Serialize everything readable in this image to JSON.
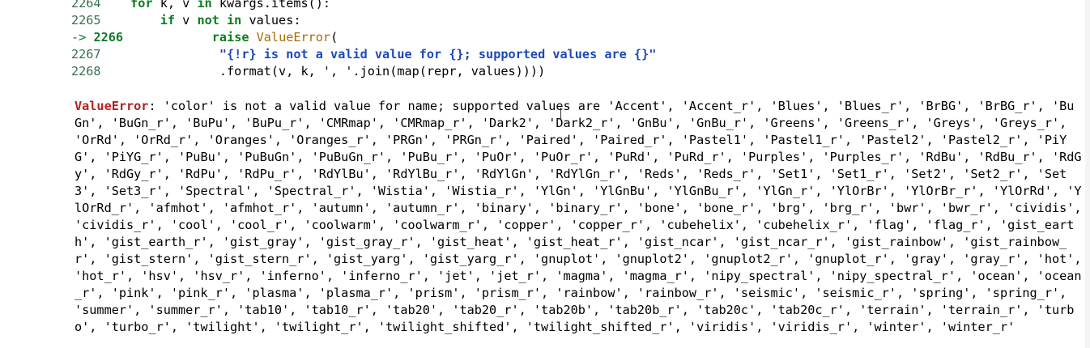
{
  "traceback": {
    "lines": [
      {
        "num": "2264",
        "code_prefix": "    ",
        "kw1": "for",
        "rest1": " k, v ",
        "kw2": "in",
        "rest2": " kwargs.items():"
      },
      {
        "num": "2265",
        "code_prefix": "        ",
        "kw1": "if",
        "rest1": " v ",
        "kw2": "not in",
        "rest2": " values:"
      },
      {
        "marker": "->",
        "num": "2266",
        "code_prefix": "            ",
        "kw1": "raise",
        "exc": "ValueError",
        "rest1": "("
      },
      {
        "num": "2267",
        "code_prefix": "                ",
        "str": "\"{!r} is not a valid value for {}; supported values are {}\""
      },
      {
        "num": "2268",
        "code_prefix": "                ",
        "rest1": ".format(v, k, ', '.join(map(repr, values))))"
      }
    ]
  },
  "error": {
    "name": "ValueError",
    "lines": [
      ": 'color' is not a valid value for name; supported values are 'Accent', 'Accent_r', 'Blues', 'Blues_r', 'BrBG', 'BrBG_r', 'Bu",
      "Gn', 'BuGn_r', 'BuPu', 'BuPu_r', 'CMRmap', 'CMRmap_r', 'Dark2', 'Dark2_r', 'GnBu', 'GnBu_r', 'Greens', 'Greens_r', 'Greys', 'Greys_r',",
      "'OrRd', 'OrRd_r', 'Oranges', 'Oranges_r', 'PRGn', 'PRGn_r', 'Paired', 'Paired_r', 'Pastel1', 'Pastel1_r', 'Pastel2', 'Pastel2_r', 'PiY",
      "G', 'PiYG_r', 'PuBu', 'PuBuGn', 'PuBuGn_r', 'PuBu_r', 'PuOr', 'PuOr_r', 'PuRd', 'PuRd_r', 'Purples', 'Purples_r', 'RdBu', 'RdBu_r', 'RdG",
      "y', 'RdGy_r', 'RdPu', 'RdPu_r', 'RdYlBu', 'RdYlBu_r', 'RdYlGn', 'RdYlGn_r', 'Reds', 'Reds_r', 'Set1', 'Set1_r', 'Set2', 'Set2_r', 'Set",
      "3', 'Set3_r', 'Spectral', 'Spectral_r', 'Wistia', 'Wistia_r', 'YlGn', 'YlGnBu', 'YlGnBu_r', 'YlGn_r', 'YlOrBr', 'YlOrBr_r', 'YlOrRd', 'Y",
      "lOrRd_r', 'afmhot', 'afmhot_r', 'autumn', 'autumn_r', 'binary', 'binary_r', 'bone', 'bone_r', 'brg', 'brg_r', 'bwr', 'bwr_r', 'cividis',",
      "'cividis_r', 'cool', 'cool_r', 'coolwarm', 'coolwarm_r', 'copper', 'copper_r', 'cubehelix', 'cubehelix_r', 'flag', 'flag_r', 'gist_eart",
      "h', 'gist_earth_r', 'gist_gray', 'gist_gray_r', 'gist_heat', 'gist_heat_r', 'gist_ncar', 'gist_ncar_r', 'gist_rainbow', 'gist_rainbow_",
      "r', 'gist_stern', 'gist_stern_r', 'gist_yarg', 'gist_yarg_r', 'gnuplot', 'gnuplot2', 'gnuplot2_r', 'gnuplot_r', 'gray', 'gray_r', 'hot',",
      "'hot_r', 'hsv', 'hsv_r', 'inferno', 'inferno_r', 'jet', 'jet_r', 'magma', 'magma_r', 'nipy_spectral', 'nipy_spectral_r', 'ocean', 'ocean",
      "_r', 'pink', 'pink_r', 'plasma', 'plasma_r', 'prism', 'prism_r', 'rainbow', 'rainbow_r', 'seismic', 'seismic_r', 'spring', 'spring_r',",
      "'summer', 'summer_r', 'tab10', 'tab10_r', 'tab20', 'tab20_r', 'tab20b', 'tab20b_r', 'tab20c', 'tab20c_r', 'terrain', 'terrain_r', 'turb",
      "o', 'turbo_r', 'twilight', 'twilight_r', 'twilight_shifted', 'twilight_shifted_r', 'viridis', 'viridis_r', 'winter', 'winter_r'"
    ]
  },
  "colors": {
    "keyword": "#0a7d1d",
    "exception": "#a96a00",
    "string": "#1c49b8",
    "error_name": "#b22222",
    "line_number": "#3a6e4e"
  }
}
